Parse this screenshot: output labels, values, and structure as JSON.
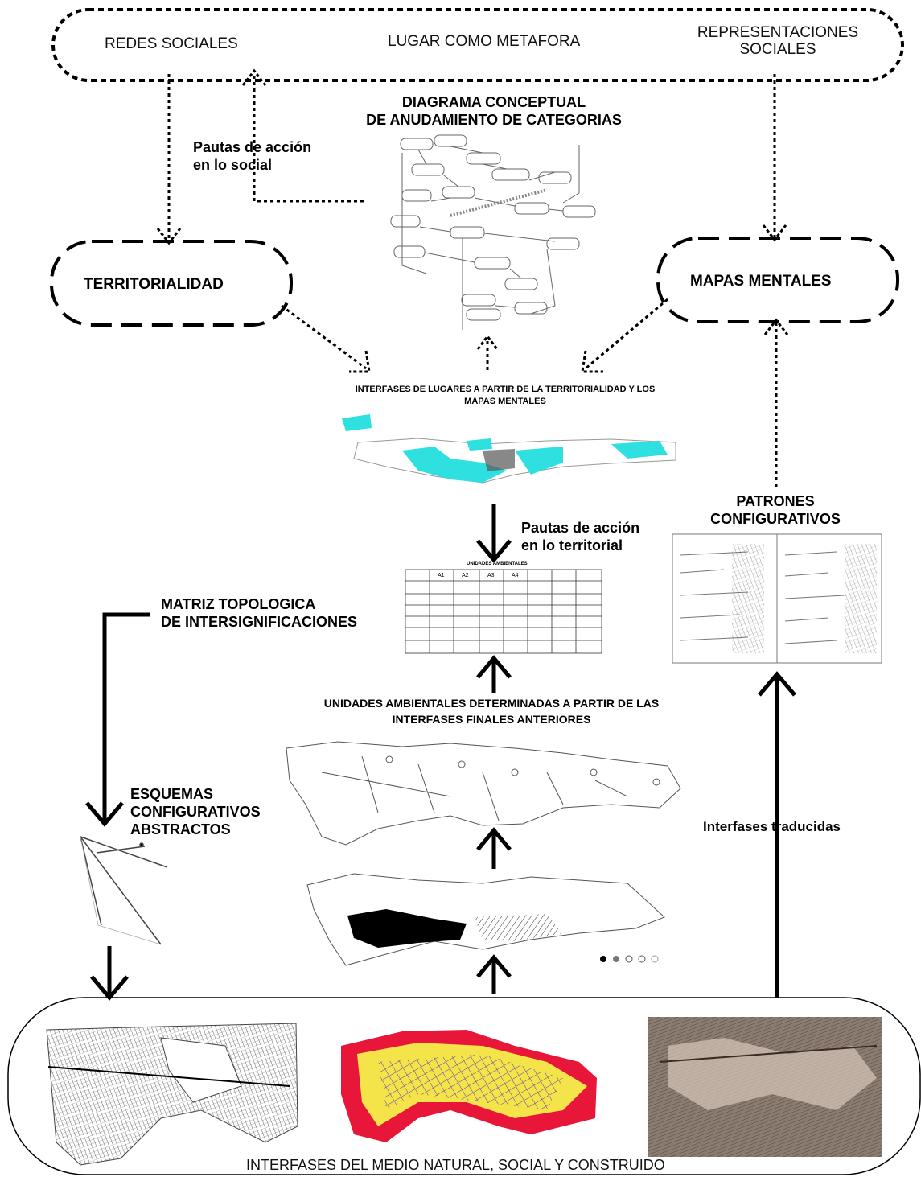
{
  "top_box": {
    "item1": "REDES SOCIALES",
    "item2": "LUGAR COMO METAFORA",
    "item3_line1": "REPRESENTACIONES",
    "item3_line2": "SOCIALES"
  },
  "diagrama": {
    "line1": "DIAGRAMA CONCEPTUAL",
    "line2": "DE ANUDAMIENTO DE CATEGORIAS"
  },
  "pautas_social": {
    "line1": "Pautas de acción",
    "line2": "en lo social"
  },
  "territorialidad": "TERRITORIALIDAD",
  "mapas_mentales": "MAPAS MENTALES",
  "interfases_lugares": {
    "line1": "INTERFASES DE LUGARES A PARTIR DE LA TERRITORIALIDAD Y LOS",
    "line2": "MAPAS MENTALES"
  },
  "pautas_territorial": {
    "line1": "Pautas de acción",
    "line2": "en lo territorial"
  },
  "patrones": {
    "line1": "PATRONES",
    "line2": "CONFIGURATIVOS"
  },
  "matriz": {
    "line1": "MATRIZ TOPOLOGICA",
    "line2": "DE INTERSIGNIFICACIONES"
  },
  "matrix_table": {
    "title": "UNIDADES AMBIENTALES",
    "columns": [
      "A1",
      "A2",
      "A3",
      "A4"
    ]
  },
  "unidades": {
    "line1": "UNIDADES AMBIENTALES DETERMINADAS A PARTIR DE LAS",
    "line2": "INTERFASES FINALES ANTERIORES"
  },
  "esquemas": {
    "line1": "ESQUEMAS",
    "line2": "CONFIGURATIVOS",
    "line3": "ABSTRACTOS"
  },
  "interfases_traducidas": "Interfases traducidas",
  "bottom_label": "INTERFASES DEL MEDIO NATURAL, SOCIAL Y CONSTRUIDO",
  "colors": {
    "cyan": "#2fe0e0",
    "red": "#e8173a",
    "yellow": "#f4e44a",
    "purple": "#5a3fb0",
    "brown": "#8a5a3c"
  }
}
